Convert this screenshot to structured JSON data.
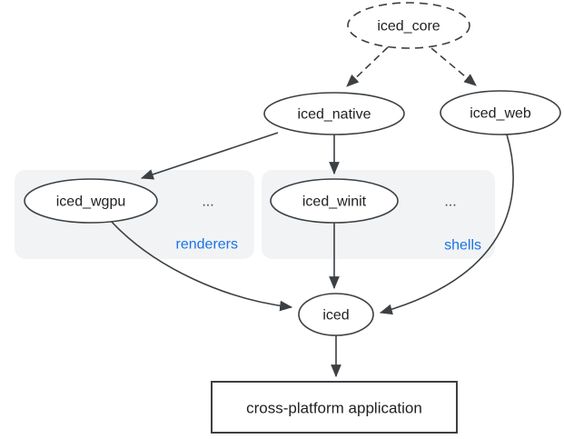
{
  "diagram": {
    "nodes": {
      "core": {
        "label": "iced_core",
        "shape": "ellipse",
        "border": "dashed"
      },
      "native": {
        "label": "iced_native",
        "shape": "ellipse",
        "border": "solid"
      },
      "web": {
        "label": "iced_web",
        "shape": "ellipse",
        "border": "solid"
      },
      "wgpu": {
        "label": "iced_wgpu",
        "shape": "ellipse",
        "border": "solid"
      },
      "winit": {
        "label": "iced_winit",
        "shape": "ellipse",
        "border": "solid"
      },
      "iced": {
        "label": "iced",
        "shape": "ellipse",
        "border": "solid"
      },
      "app": {
        "label": "cross-platform application",
        "shape": "rect",
        "border": "solid"
      }
    },
    "groups": {
      "renderers": {
        "label": "renderers",
        "ellipsis": "..."
      },
      "shells": {
        "label": "shells",
        "ellipsis": "..."
      }
    },
    "edges": [
      {
        "from": "iced_core",
        "to": "iced_native",
        "style": "dashed"
      },
      {
        "from": "iced_core",
        "to": "iced_web",
        "style": "dashed"
      },
      {
        "from": "iced_native",
        "to": "iced_wgpu",
        "style": "solid"
      },
      {
        "from": "iced_native",
        "to": "iced_winit",
        "style": "solid"
      },
      {
        "from": "iced_wgpu",
        "to": "iced",
        "style": "solid"
      },
      {
        "from": "iced_winit",
        "to": "iced",
        "style": "solid"
      },
      {
        "from": "iced_web",
        "to": "iced",
        "style": "solid"
      },
      {
        "from": "iced",
        "to": "cross-platform application",
        "style": "solid"
      }
    ],
    "colors": {
      "background": "#ffffff",
      "stroke": "#3c4043",
      "text": "#202124",
      "group_fill": "#f1f3f4",
      "group_label": "#1a73e8",
      "node_fill": "#ffffff"
    }
  }
}
